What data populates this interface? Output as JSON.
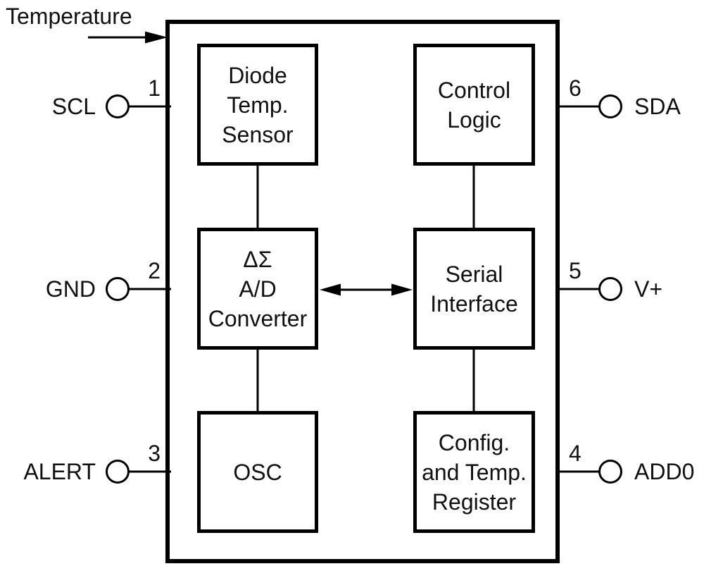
{
  "input_label": "Temperature",
  "blocks": {
    "diode": "Diode\nTemp.\nSensor",
    "control": "Control\nLogic",
    "adc": "ΔΣ\nA/D\nConverter",
    "serial": "Serial\nInterface",
    "osc": "OSC",
    "config": "Config.\nand Temp.\nRegister"
  },
  "pins": {
    "scl": {
      "number": "1",
      "label": "SCL"
    },
    "gnd": {
      "number": "2",
      "label": "GND"
    },
    "alert": {
      "number": "3",
      "label": "ALERT"
    },
    "sda": {
      "number": "6",
      "label": "SDA"
    },
    "vplus": {
      "number": "5",
      "label": "V+"
    },
    "add0": {
      "number": "4",
      "label": "ADD0"
    }
  },
  "colors": {
    "line": "#000000",
    "background": "#ffffff",
    "text": "#111111"
  }
}
